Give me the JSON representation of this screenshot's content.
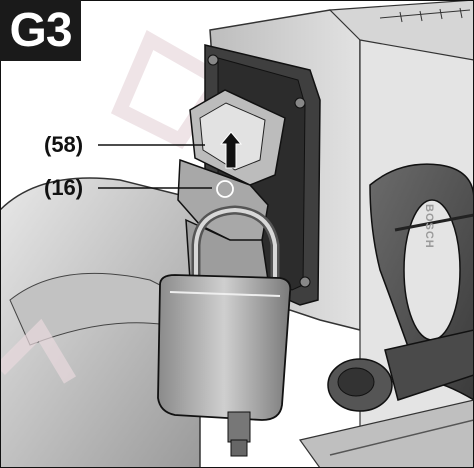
{
  "figure": {
    "label": "G3"
  },
  "callouts": [
    {
      "label": "(58)"
    },
    {
      "label": "(16)"
    }
  ],
  "product": {
    "brand_mark": "BOSCH"
  },
  "colors": {
    "badge_background": "#1a1a1a",
    "badge_text": "#ffffff",
    "line_art": "#111111",
    "machine_light": "#d9d9d9",
    "machine_mid": "#a9a9a9",
    "machine_dark": "#5a5a5a",
    "watermark": "#e8d9dd"
  },
  "icons": [
    "up-arrow-icon",
    "padlock-icon",
    "bore-hole-icon"
  ]
}
